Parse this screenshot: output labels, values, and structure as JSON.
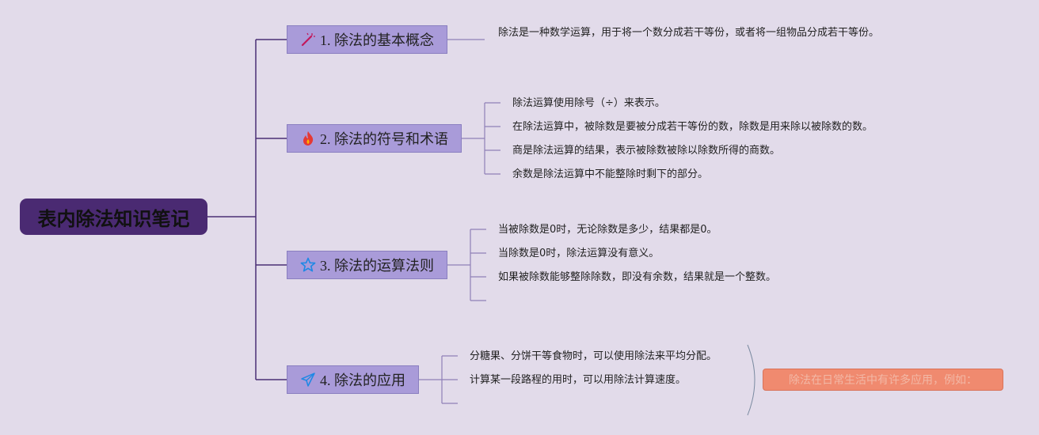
{
  "root": {
    "title": "表内除法知识笔记"
  },
  "branches": [
    {
      "label": "1. 除法的基本概念",
      "icon": "magic-wand-icon",
      "leaves": [
        "除法是一种数学运算，用于将一个数分成若干等份，或者将一组物品分成若干等份。"
      ]
    },
    {
      "label": "2. 除法的符号和术语",
      "icon": "fire-icon",
      "leaves": [
        "除法运算使用除号（÷）来表示。",
        "在除法运算中，被除数是要被分成若干等份的数，除数是用来除以被除数的数。",
        "商是除法运算的结果，表示被除数被除以除数所得的商数。",
        "余数是除法运算中不能整除时剩下的部分。"
      ]
    },
    {
      "label": "3. 除法的运算法则",
      "icon": "star-icon",
      "leaves": [
        "当被除数是0时，无论除数是多少，结果都是0。",
        "当除数是0时，除法运算没有意义。",
        "如果被除数能够整除除数，即没有余数，结果就是一个整数。"
      ]
    },
    {
      "label": "4. 除法的应用",
      "icon": "paper-plane-icon",
      "leaves": [
        "分糖果、分饼干等食物时，可以使用除法来平均分配。",
        "计算某一段路程的用时，可以用除法计算速度。"
      ]
    }
  ],
  "summary_note": "除法在日常生活中有许多应用，例如：",
  "colors": {
    "background": "#e2dbea",
    "root_fill": "#4a2a72",
    "branch_fill": "#a99bd9",
    "connector": "#4b2f74",
    "leaf_connector": "#8f7fb6",
    "note_fill": "#f08a6f"
  }
}
